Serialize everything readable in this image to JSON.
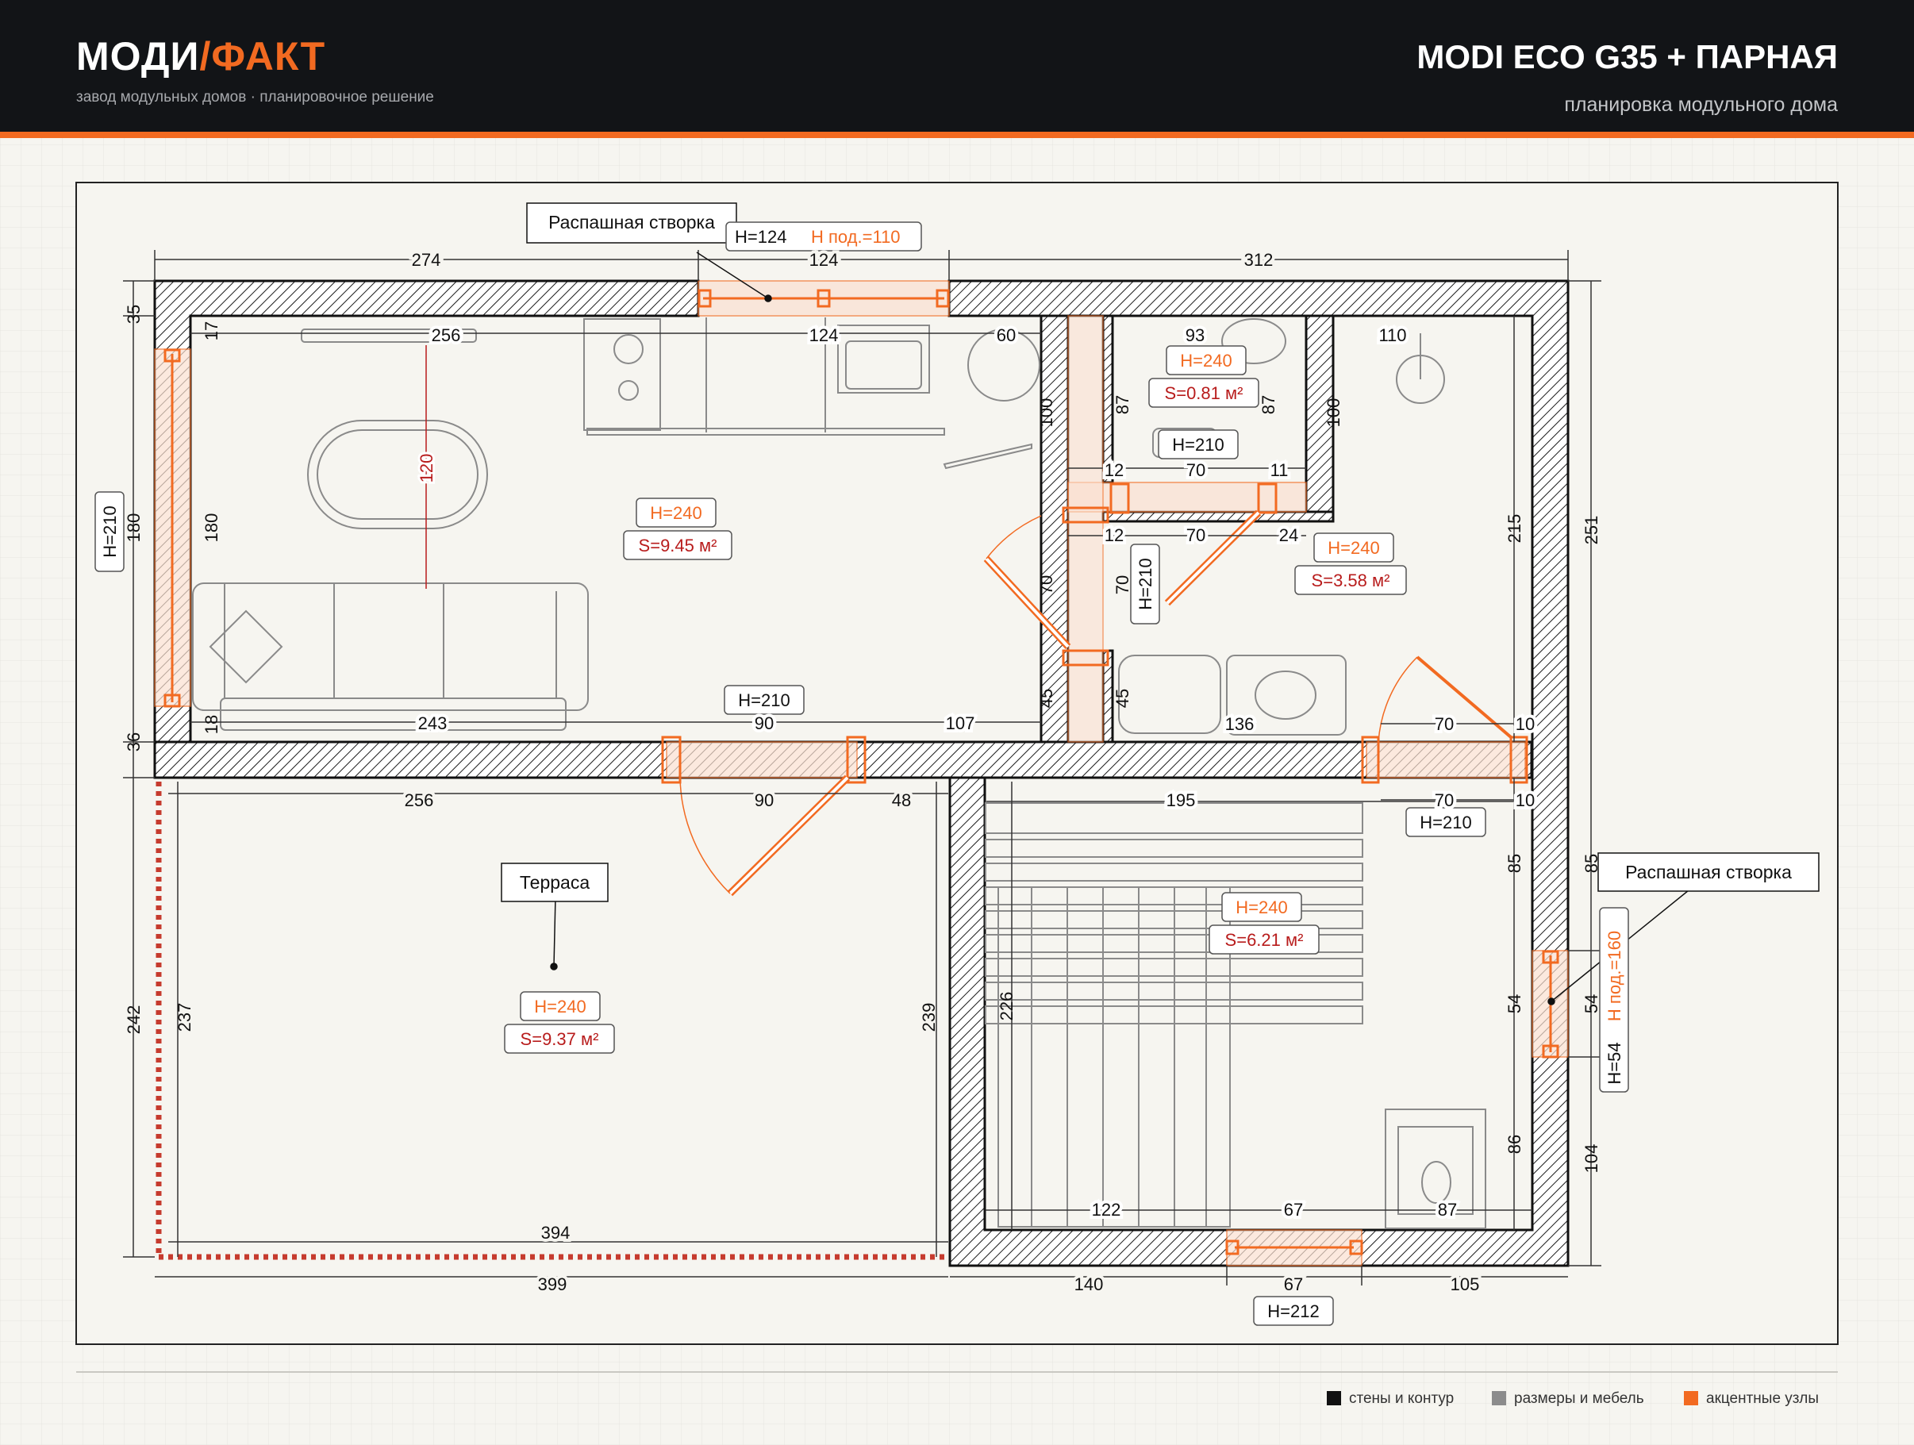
{
  "header": {
    "brand_main": "МОДИ",
    "brand_accent": "/ФАКТ",
    "tagline": "завод модульных домов · планировочное решение",
    "title": "MODI ECO G35 + ПАРНАЯ",
    "subtitle": "планировка модульного дома"
  },
  "colors": {
    "accent": "#f26a21",
    "walls": "#111111",
    "dims": "#8c8c8c",
    "area_red": "#b81c1c"
  },
  "legend": {
    "walls": "стены и контур",
    "dims": "размеры и мебель",
    "accents": "акцентные узлы"
  },
  "callouts": {
    "casement_top": "Распашная створка",
    "casement_right": "Распашная створка",
    "terrace": "Терраса"
  },
  "rooms": {
    "living": {
      "height": "H=240",
      "area": "S=9.45 м²"
    },
    "wc": {
      "height": "H=240",
      "area": "S=0.81 м²"
    },
    "shower": {
      "height": "H=240",
      "area": "S=3.58 м²"
    },
    "sauna": {
      "height": "H=240",
      "area": "S=6.21 м²"
    },
    "terrace": {
      "height": "H=240",
      "area": "S=9.37 м²"
    }
  },
  "openings": {
    "top_window_h": "H=124",
    "top_window_sill": "Н под.=110",
    "left_window_h": "H=210",
    "wc_door": "H=210",
    "wc_side_door": "H=210",
    "living_door": "H=210",
    "shower_door": "H=210",
    "sauna_window_h": "H=54",
    "sauna_window_sill": "Н под.=160",
    "bottom_door": "H=212"
  },
  "dimensions": {
    "top_left": "274",
    "top_window": "124",
    "top_right": "312",
    "in_256": "256",
    "in_124": "124",
    "in_60": "60",
    "in_93": "93",
    "in_110": "110",
    "in_120": "120",
    "left_35": "35",
    "left_180": "180",
    "left_36": "36",
    "in_17": "17",
    "in_180": "180",
    "in_18": "18",
    "in_243": "243",
    "in_90": "90",
    "in_107": "107",
    "v100a": "100",
    "v87a": "87",
    "v87b": "87",
    "v100b": "100",
    "h12a": "12",
    "h70a": "70",
    "h11": "11",
    "h12b": "12",
    "h70b": "70",
    "h24": "24",
    "v70a": "70",
    "v70b": "70",
    "v45a": "45",
    "v45b": "45",
    "h136": "136",
    "h70c": "70",
    "h10a": "10",
    "right_215": "215",
    "right_251": "251",
    "b256": "256",
    "b90": "90",
    "b48": "48",
    "b195": "195",
    "b70": "70",
    "b10": "10",
    "v85a": "85",
    "v85b": "85",
    "v54a": "54",
    "v54b": "54",
    "v86": "86",
    "v104": "104",
    "t242": "242",
    "t237": "237",
    "t239": "239",
    "s226": "226",
    "t394": "394",
    "t399": "399",
    "s122": "122",
    "s67a": "67",
    "s87": "87",
    "bot140": "140",
    "bot67": "67",
    "bot105": "105"
  }
}
